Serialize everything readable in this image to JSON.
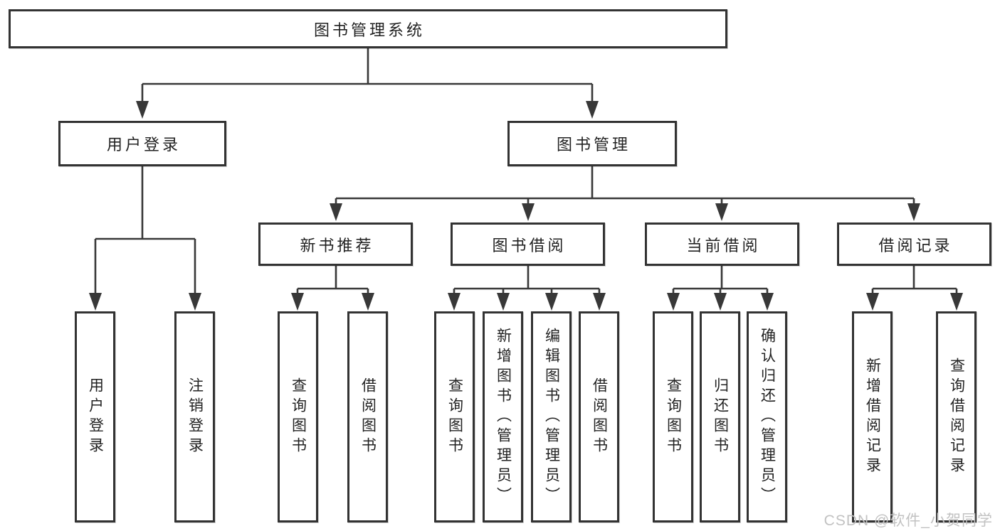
{
  "colors": {
    "line": "#383838",
    "box_border": "#333333",
    "box_fill": "#ffffff",
    "text": "#222222",
    "watermark": "#c2c2c2",
    "background": "#ffffff"
  },
  "watermark": "CSDN @软件_小贺同学",
  "tree": {
    "root": {
      "label": "图书管理系统"
    },
    "user_login": {
      "label": "用户登录",
      "children": [
        {
          "label": "用户登录"
        },
        {
          "label": "注销登录"
        }
      ]
    },
    "book_management": {
      "label": "图书管理",
      "groups": [
        {
          "label": "新书推荐",
          "children": [
            {
              "label": "查询图书"
            },
            {
              "label": "借阅图书"
            }
          ]
        },
        {
          "label": "图书借阅",
          "children": [
            {
              "label": "查询图书"
            },
            {
              "label": "新增图书（管理员）"
            },
            {
              "label": "编辑图书（管理员）"
            },
            {
              "label": "借阅图书"
            }
          ]
        },
        {
          "label": "当前借阅",
          "children": [
            {
              "label": "查询图书"
            },
            {
              "label": "归还图书"
            },
            {
              "label": "确认归还（管理员）"
            }
          ]
        },
        {
          "label": "借阅记录",
          "children": [
            {
              "label": "新增借阅记录"
            },
            {
              "label": "查询借阅记录"
            }
          ]
        }
      ]
    }
  }
}
